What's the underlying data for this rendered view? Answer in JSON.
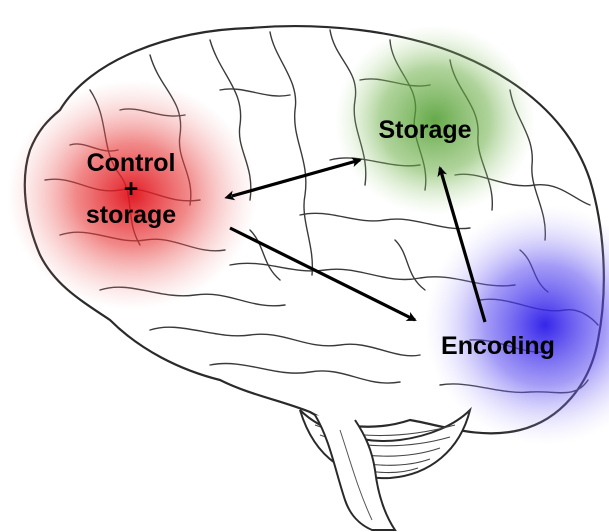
{
  "diagram": {
    "regions": [
      {
        "id": "prefrontal",
        "label_lines": [
          "Control",
          "+",
          "storage"
        ],
        "color": "#e0101a"
      },
      {
        "id": "parietal",
        "label_lines": [
          "Storage"
        ],
        "color": "#4a9a2a"
      },
      {
        "id": "temporal",
        "label_lines": [
          "Encoding"
        ],
        "color": "#2a1ae8"
      }
    ],
    "arrows": [
      {
        "from": "prefrontal",
        "to": "parietal",
        "direction": "both"
      },
      {
        "from": "prefrontal",
        "to": "temporal",
        "direction": "forward"
      },
      {
        "from": "temporal",
        "to": "parietal",
        "direction": "forward"
      }
    ],
    "colors": {
      "outline": "#2a2a2a",
      "arrow": "#000000",
      "background": "#ffffff"
    }
  }
}
